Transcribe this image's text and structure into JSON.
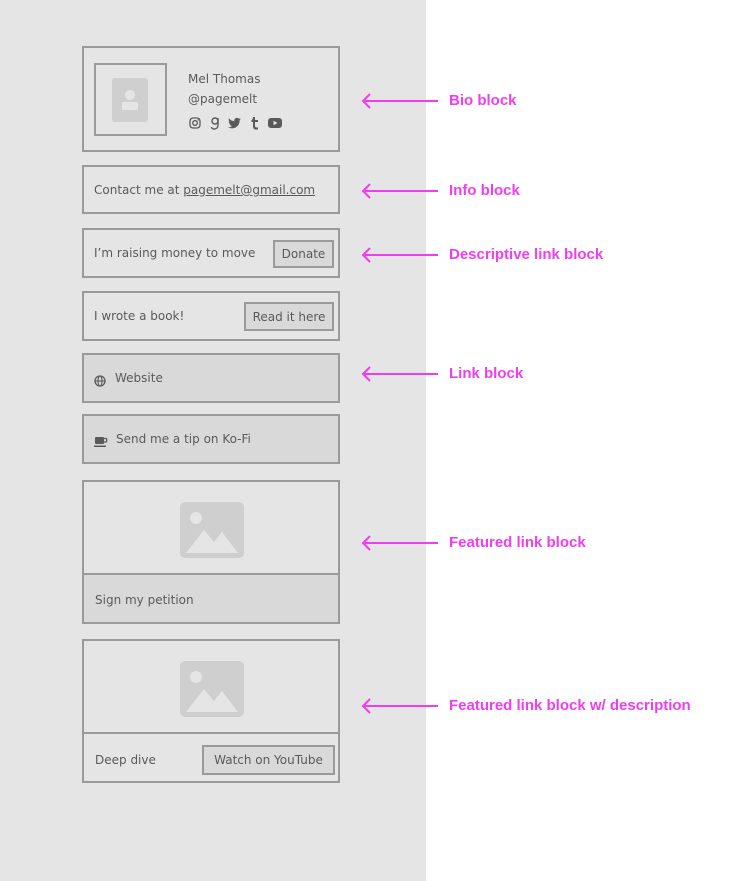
{
  "colors": {
    "annotation": "#ef3df0",
    "border": "#9a9a9a",
    "text": "#5a5a5a",
    "panel": "#e5e5e5",
    "fill": "#d9d9d9"
  },
  "bio": {
    "name": "Mel Thomas",
    "handle": "@pagemelt",
    "icons": [
      "instagram-icon",
      "goodreads-icon",
      "twitter-icon",
      "tumblr-icon",
      "youtube-icon"
    ]
  },
  "info": {
    "prefix": "Contact me at ",
    "email": "pagemelt@gmail.com"
  },
  "descriptive_1": {
    "text": "I’m raising money to move",
    "button": "Donate"
  },
  "descriptive_2": {
    "text": "I wrote a book!",
    "button": "Read it here"
  },
  "link_1": {
    "icon": "globe-icon",
    "label": "Website"
  },
  "link_2": {
    "icon": "coffee-cup-icon",
    "label": "Send me a tip on Ko-Fi"
  },
  "featured": {
    "label": "Sign my petition"
  },
  "featured_desc": {
    "label": "Deep dive",
    "button": "Watch on YouTube"
  },
  "annotations": {
    "bio": "Bio block",
    "info": "Info block",
    "descriptive": "Descriptive link block",
    "link": "Link block",
    "featured": "Featured link block",
    "featured_desc": "Featured link block w/ description"
  }
}
